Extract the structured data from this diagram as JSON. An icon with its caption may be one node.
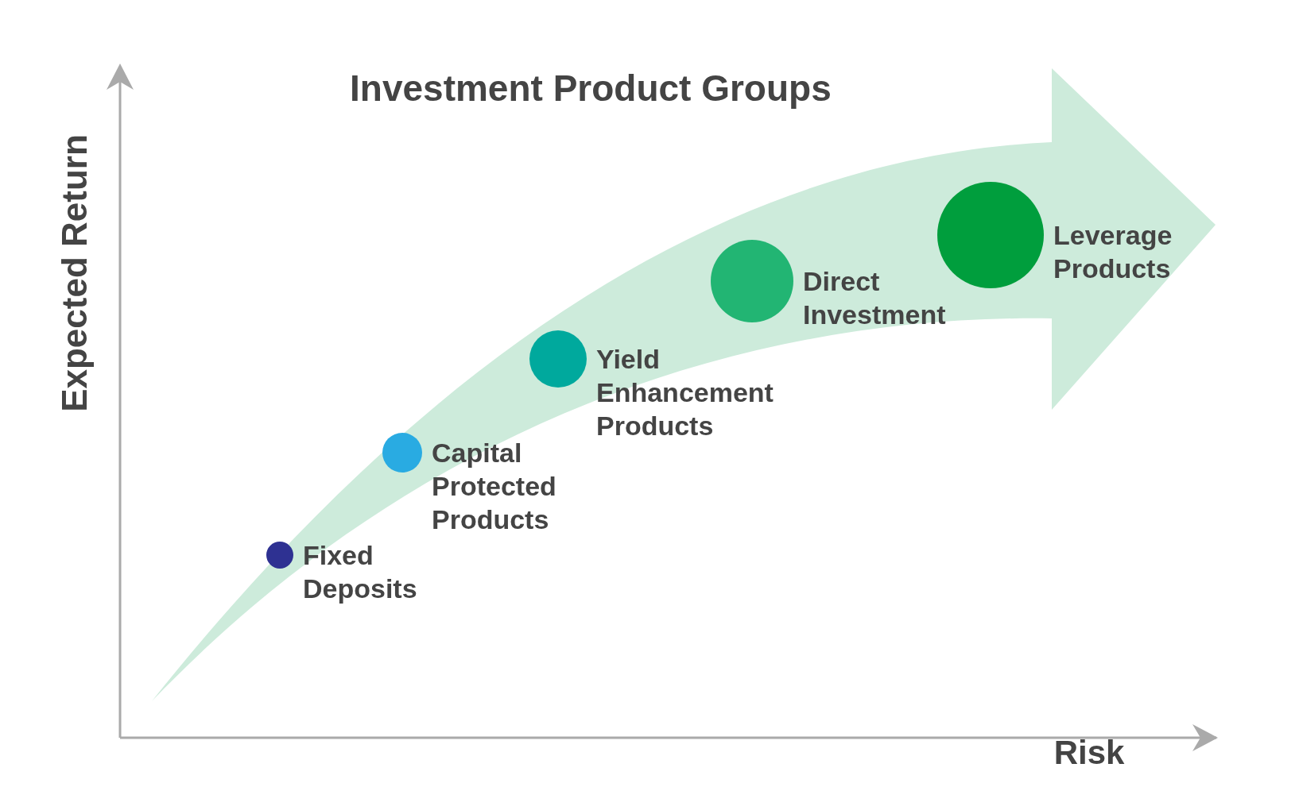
{
  "diagram": {
    "title": "Investment Product Groups",
    "nodes": [
      {
        "text": [],
        "shape": "circle",
        "beside": [
          "Fixed Deposits"
        ]
      },
      {
        "text": [],
        "shape": "circle",
        "beside": [
          "Capital Protected Products"
        ]
      },
      {
        "text": [],
        "shape": "circle",
        "beside": [
          "Yield Enhancement Products"
        ]
      },
      {
        "text": [],
        "shape": "circle",
        "beside": [
          "Direct Investment"
        ]
      },
      {
        "text": [],
        "shape": "circle",
        "beside": [
          "Leverage Products"
        ]
      }
    ],
    "edges": [],
    "labels": [
      "Expected Return",
      "Risk"
    ]
  }
}
